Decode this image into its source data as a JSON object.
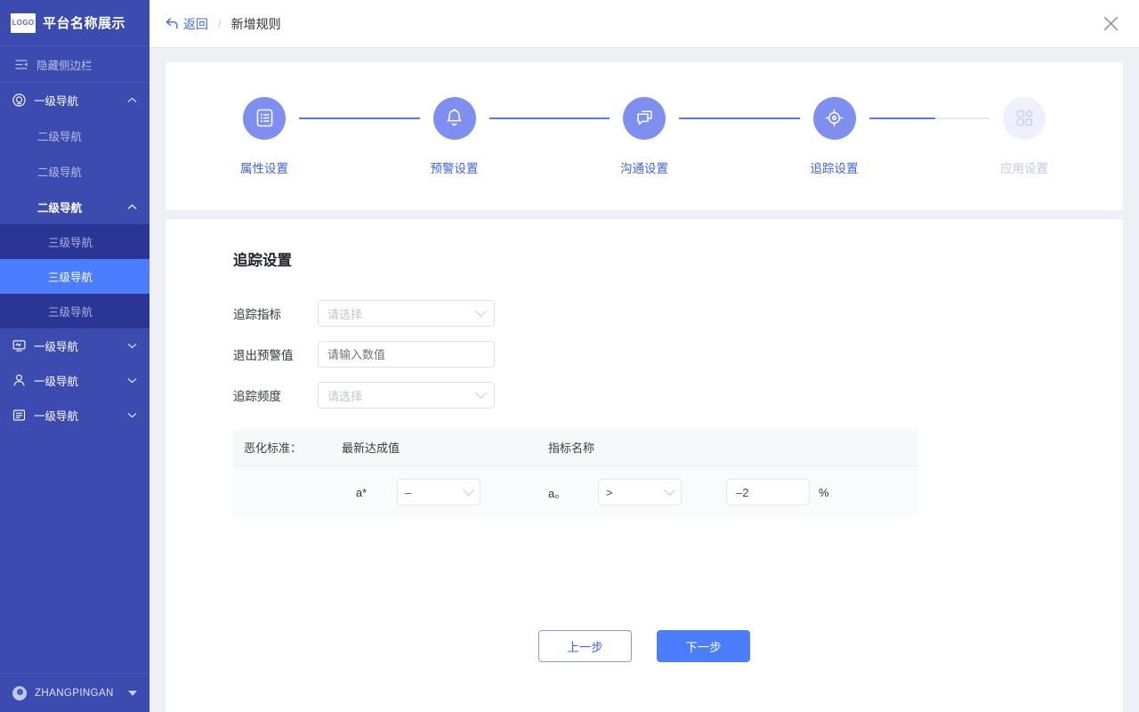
{
  "sidebar": {
    "logo_text": "LOGO",
    "brand_title": "平台名称展示",
    "collapse": {
      "label": "隐藏侧边栏",
      "icon": "collapse-sidebar-icon"
    },
    "nav": [
      {
        "level": 1,
        "label": "一级导航",
        "icon": "target-circle-icon",
        "expanded": true,
        "chevron": "chevron-up-icon"
      },
      {
        "level": 2,
        "label": "二级导航",
        "bold": false
      },
      {
        "level": 2,
        "label": "二级导航",
        "bold": false
      },
      {
        "level": 2,
        "label": "二级导航",
        "bold": true,
        "chevron": "chevron-up-icon"
      },
      {
        "level": 3,
        "label": "三级导航",
        "active": false
      },
      {
        "level": 3,
        "label": "三级导航",
        "active": true
      },
      {
        "level": 3,
        "label": "三级导航",
        "active": false
      },
      {
        "level": 1,
        "label": "一级导航",
        "icon": "monitor-chart-icon",
        "expanded": false,
        "chevron": "chevron-down-icon"
      },
      {
        "level": 1,
        "label": "一级导航",
        "icon": "user-icon",
        "expanded": false,
        "chevron": "chevron-down-icon"
      },
      {
        "level": 1,
        "label": "一级导航",
        "icon": "list-document-icon",
        "expanded": false,
        "chevron": "chevron-down-icon"
      }
    ],
    "user": {
      "name": "ZHANGPINGAN",
      "avatar": "avatar-icon",
      "caret": "caret-down-icon"
    }
  },
  "topbar": {
    "back_label": "返回",
    "back_icon": "back-arrow-icon",
    "separator": "/",
    "current": "新增规则",
    "close_icon": "close-icon"
  },
  "stepper": {
    "steps": [
      {
        "label": "属性设置",
        "icon": "list-box-icon",
        "state": "done"
      },
      {
        "label": "预警设置",
        "icon": "bell-icon",
        "state": "done"
      },
      {
        "label": "沟通设置",
        "icon": "chat-bubbles-icon",
        "state": "done"
      },
      {
        "label": "追踪设置",
        "icon": "target-icon",
        "state": "current"
      },
      {
        "label": "应用设置",
        "icon": "grid-apps-icon",
        "state": "inactive"
      }
    ],
    "connector_fill": [
      100,
      100,
      100,
      55
    ]
  },
  "form": {
    "title": "追踪设置",
    "fields": [
      {
        "label": "追踪指标",
        "type": "select",
        "value": "",
        "placeholder": "请选择",
        "icon": "chevron-down-icon"
      },
      {
        "label": "退出预警值",
        "type": "input",
        "value": "",
        "placeholder": "请输入数值"
      },
      {
        "label": "追踪频度",
        "type": "select",
        "value": "",
        "placeholder": "请选择",
        "icon": "chevron-down-icon"
      }
    ]
  },
  "table": {
    "headers": [
      "恶化标准：",
      "最新达成值",
      "指标名称"
    ],
    "row": {
      "metric_a": "a*",
      "operator_1": "–",
      "metric_b": "a。",
      "operator_2": ">",
      "threshold": "–2",
      "unit": "%"
    }
  },
  "footer": {
    "prev_label": "上一步",
    "next_label": "下一步"
  },
  "colors": {
    "sidebar_bg": "#3c4bb0",
    "sidebar_sub_bg": "#2b3594",
    "sidebar_active": "#4a7dff",
    "accent": "#4a7dff",
    "step_active": "#7e8ff0",
    "step_inactive": "#eef1fb",
    "step_label": "#3f63e0",
    "page_bg": "#eef0f5"
  }
}
